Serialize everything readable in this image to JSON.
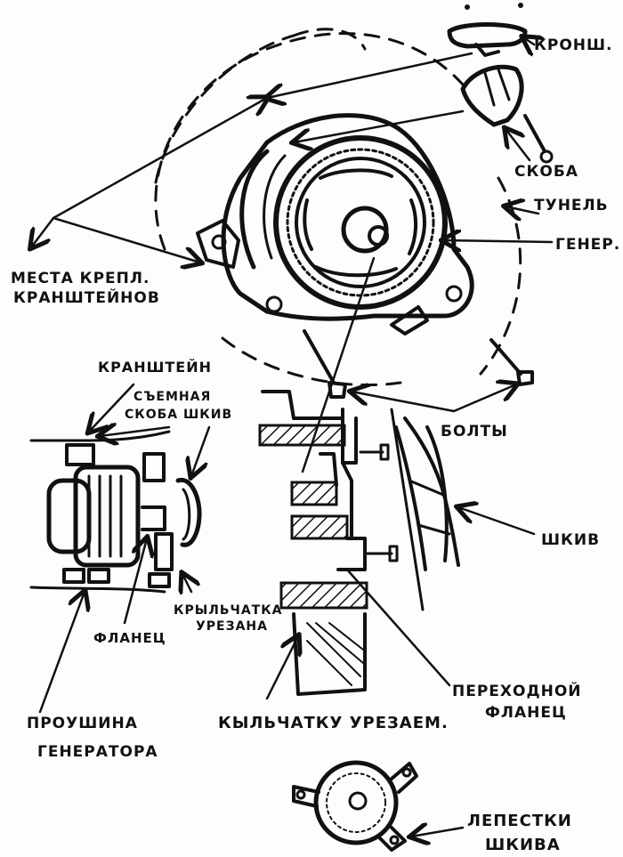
{
  "labels": {
    "bracket_top": "КРОНШ.",
    "clamp": "СКОБА",
    "tunnel": "ТУНЕЛЬ",
    "generator": "ГЕНЕР.",
    "mount_places_1": "МЕСТА КРЕПЛ.",
    "mount_places_2": "КРАНШТЕЙНОВ",
    "bracket": "КРАНШТЕЙН",
    "removable_1": "СЪЕМНАЯ",
    "removable_2": "СКОБА",
    "pulley_small": "ШКИВ",
    "bolts": "БОЛТЫ",
    "pulley": "ШКИВ",
    "impeller_cut_1": "КРЫЛЬЧАТКА",
    "impeller_cut_2": "УРЕЗАНА",
    "flange": "ФЛАНЕЦ",
    "adapter_1": "ПЕРЕХОДНОЙ",
    "adapter_2": "ФЛАНЕЦ",
    "lug_1": "ПРОУШИНА",
    "lug_2": "ГЕНЕРАТОРА",
    "impeller_cut_note": "КЫЛЬЧАТКУ УРЕЗАЕМ.",
    "petals_1": "ЛЕПЕСТКИ",
    "petals_2": "ШКИВА"
  },
  "colors": {
    "ink": "#111111",
    "paper": "#fdfdfd"
  }
}
